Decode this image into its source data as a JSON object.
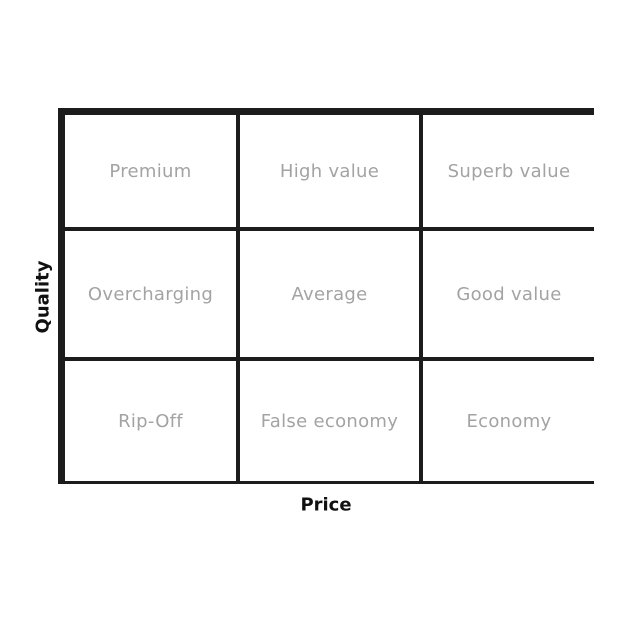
{
  "axes": {
    "y_label": "Quality",
    "x_label": "Price"
  },
  "matrix": {
    "rows": [
      [
        "Premium",
        "High value",
        "Superb value"
      ],
      [
        "Overcharging",
        "Average",
        "Good value"
      ],
      [
        "Rip-Off",
        "False economy",
        "Economy"
      ]
    ]
  },
  "colors": {
    "border": "#1c1c1c",
    "cell_text": "#a3a3a3",
    "axis_text": "#111111",
    "background": "#ffffff"
  }
}
